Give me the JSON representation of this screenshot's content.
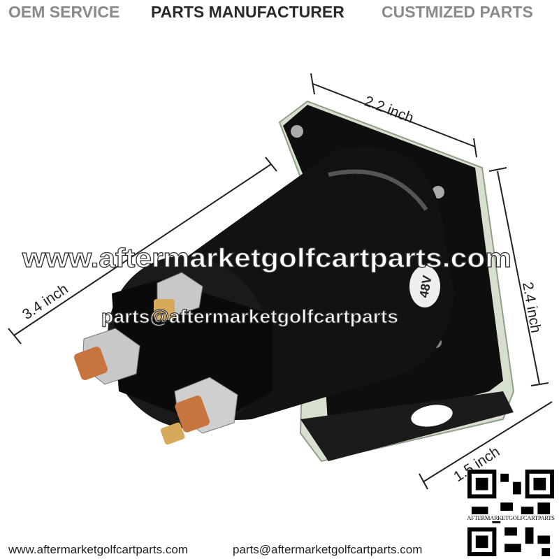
{
  "header": {
    "item1": "OEM SERVICE",
    "item2": "PARTS MANUFACTURER",
    "item3": "CUSTMIZED PARTS"
  },
  "product": {
    "voltage_label": "48V",
    "dimensions": {
      "width": "2.2 inch",
      "length": "3.4 inch",
      "height": "2.4 inch",
      "depth": "1.5 inch"
    }
  },
  "watermark": {
    "website": "www.aftermarketgolfcartparts.com",
    "email": "parts@aftermarketgolfcartparts"
  },
  "qr": {
    "caption": "AFTERMARKETGOLFCARTPARTS"
  },
  "footer": {
    "website": "www.aftermarketgolfcartparts.com",
    "email": "parts@aftermarketgolfcartparts.com"
  },
  "colors": {
    "body": "#111111",
    "bracket": "#c9d6c0",
    "copper": "#c8743f",
    "header_gray": "#8a8a8a"
  }
}
